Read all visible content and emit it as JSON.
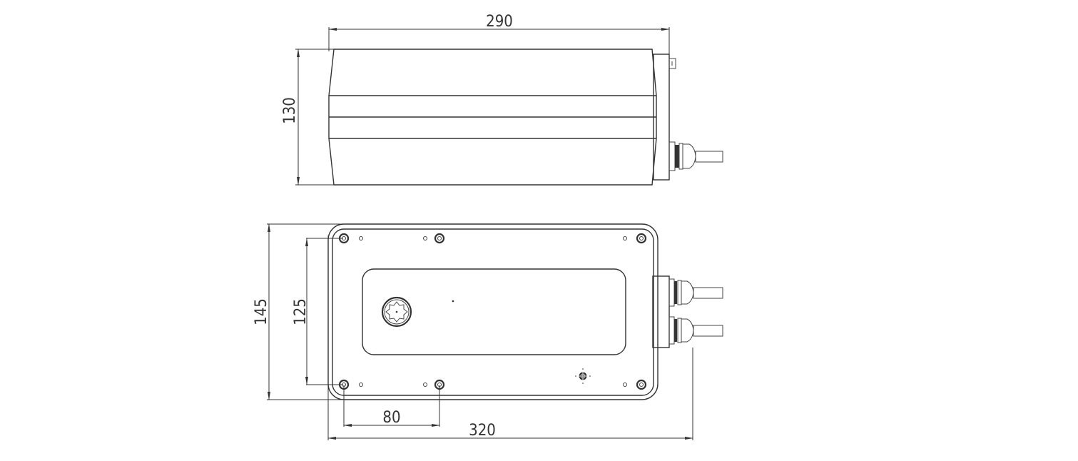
{
  "drawing": {
    "views": [
      {
        "name": "side-view",
        "dimensions": {
          "width": "290",
          "height": "130"
        }
      },
      {
        "name": "bottom-view",
        "dimensions": {
          "overall_length": "320",
          "height": "145",
          "hole_pitch_vertical": "125",
          "hole_pitch_horizontal": "80"
        }
      }
    ],
    "line_color": "#333333",
    "background": "#ffffff"
  }
}
